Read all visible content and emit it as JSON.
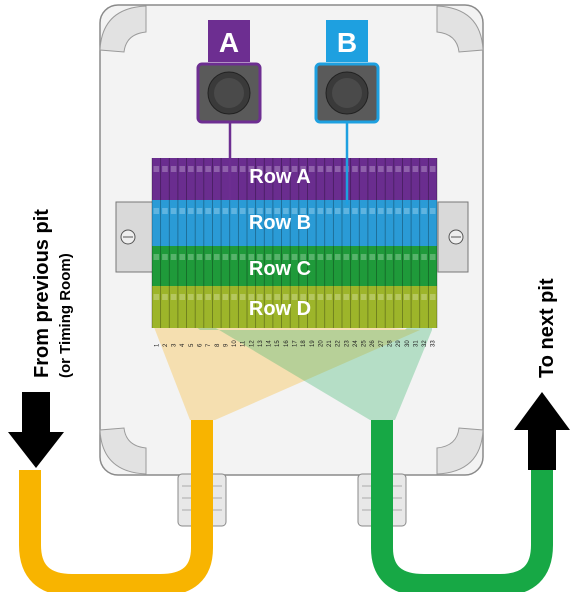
{
  "connectors": [
    {
      "label": "A",
      "color": "#6d2e91"
    },
    {
      "label": "B",
      "color": "#1ea0e0"
    }
  ],
  "rows": [
    {
      "label": "Row A",
      "color": "#6a2d8f"
    },
    {
      "label": "Row B",
      "color": "#2a9bd6"
    },
    {
      "label": "Row C",
      "color": "#1f9a3a"
    },
    {
      "label": "Row D",
      "color": "#9db52a"
    }
  ],
  "terminal_numbers": [
    "1",
    "2",
    "3",
    "4",
    "5",
    "6",
    "7",
    "8",
    "9",
    "10",
    "11",
    "12",
    "13",
    "14",
    "15",
    "16",
    "17",
    "18",
    "19",
    "20",
    "21",
    "22",
    "23",
    "24",
    "25",
    "26",
    "27",
    "28",
    "29",
    "30",
    "31",
    "32",
    "33"
  ],
  "left_label": {
    "line1": "From previous pit",
    "line2": "(or Timing Room)"
  },
  "right_label": "To next pit",
  "colors": {
    "left_cable": "#f8b400",
    "right_cable": "#17a845",
    "enclosure": "#f2f2f2",
    "arrow": "#000000"
  }
}
